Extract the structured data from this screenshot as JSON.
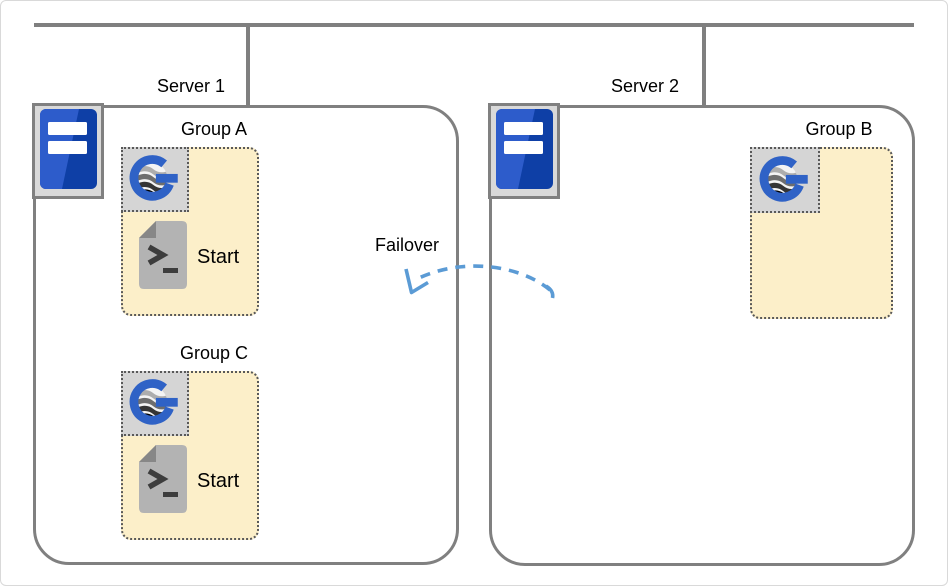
{
  "theme": {
    "canvas_bg": "#ffffff",
    "frame_border": "#d9d9d9",
    "line_gray": "#7f7f7f",
    "box_border_gray": "#808080",
    "chassis_fill": "#d9d9d9",
    "resource_box_fill": "#d5d5d5",
    "dotted_border": "#595959",
    "group_zone_fill": "#fcefc9",
    "arrow_blue": "#5b9bd5",
    "logo_blue": "#2f62c6",
    "server_blue_light": "#2d5ccb",
    "server_blue_dark": "#0e3fa6",
    "script_page": "#b3b3b3",
    "script_fold": "#878787",
    "script_glyph": "#3d3d3d",
    "text_color": "#000000"
  },
  "servers": [
    {
      "label": "Server 1",
      "icon": "server-tower-icon"
    },
    {
      "label": "Server 2",
      "icon": "server-tower-icon"
    }
  ],
  "groups": [
    {
      "label": "Group A",
      "server": "Server 1",
      "resource_icon": "globe-g-logo-icon",
      "script_icon": "start-script-icon",
      "script_label": "Start"
    },
    {
      "label": "Group C",
      "server": "Server 1",
      "resource_icon": "globe-g-logo-icon",
      "script_icon": "start-script-icon",
      "script_label": "Start"
    },
    {
      "label": "Group B",
      "server": "Server 2",
      "resource_icon": "globe-g-logo-icon"
    }
  ],
  "failover": {
    "label": "Failover",
    "direction": "Server 2 to Server 1"
  }
}
